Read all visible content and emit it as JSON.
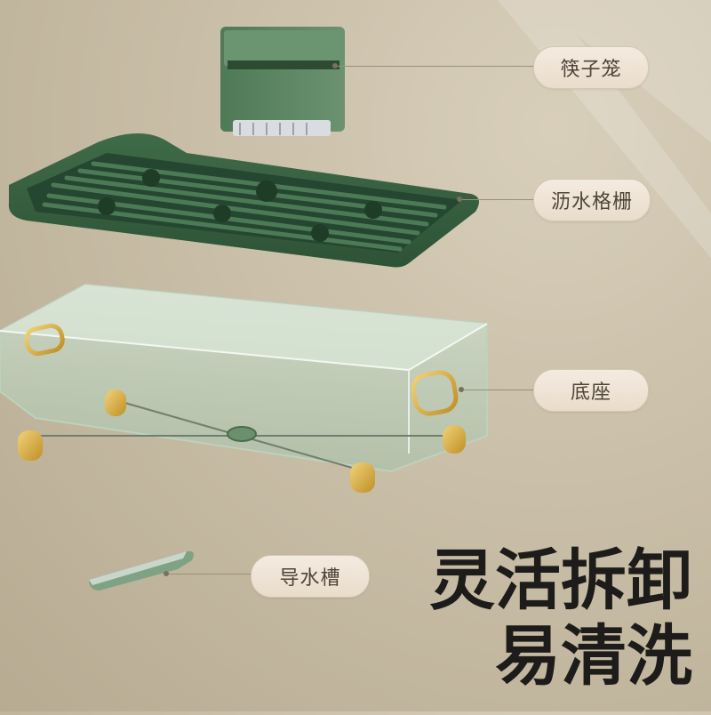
{
  "labels": {
    "chopstick_cage": "筷子笼",
    "drain_rack": "沥水格栅",
    "base": "底座",
    "water_guide": "导水槽"
  },
  "headline": {
    "line1": "灵活拆卸",
    "line2": "易清洗"
  },
  "colors": {
    "background": "#c9bea7",
    "product_green": "#5f8a64",
    "accent_gold": "#d4a63c",
    "pill_bg": "#f1e6d9",
    "text_dark": "#1e1c1a"
  }
}
